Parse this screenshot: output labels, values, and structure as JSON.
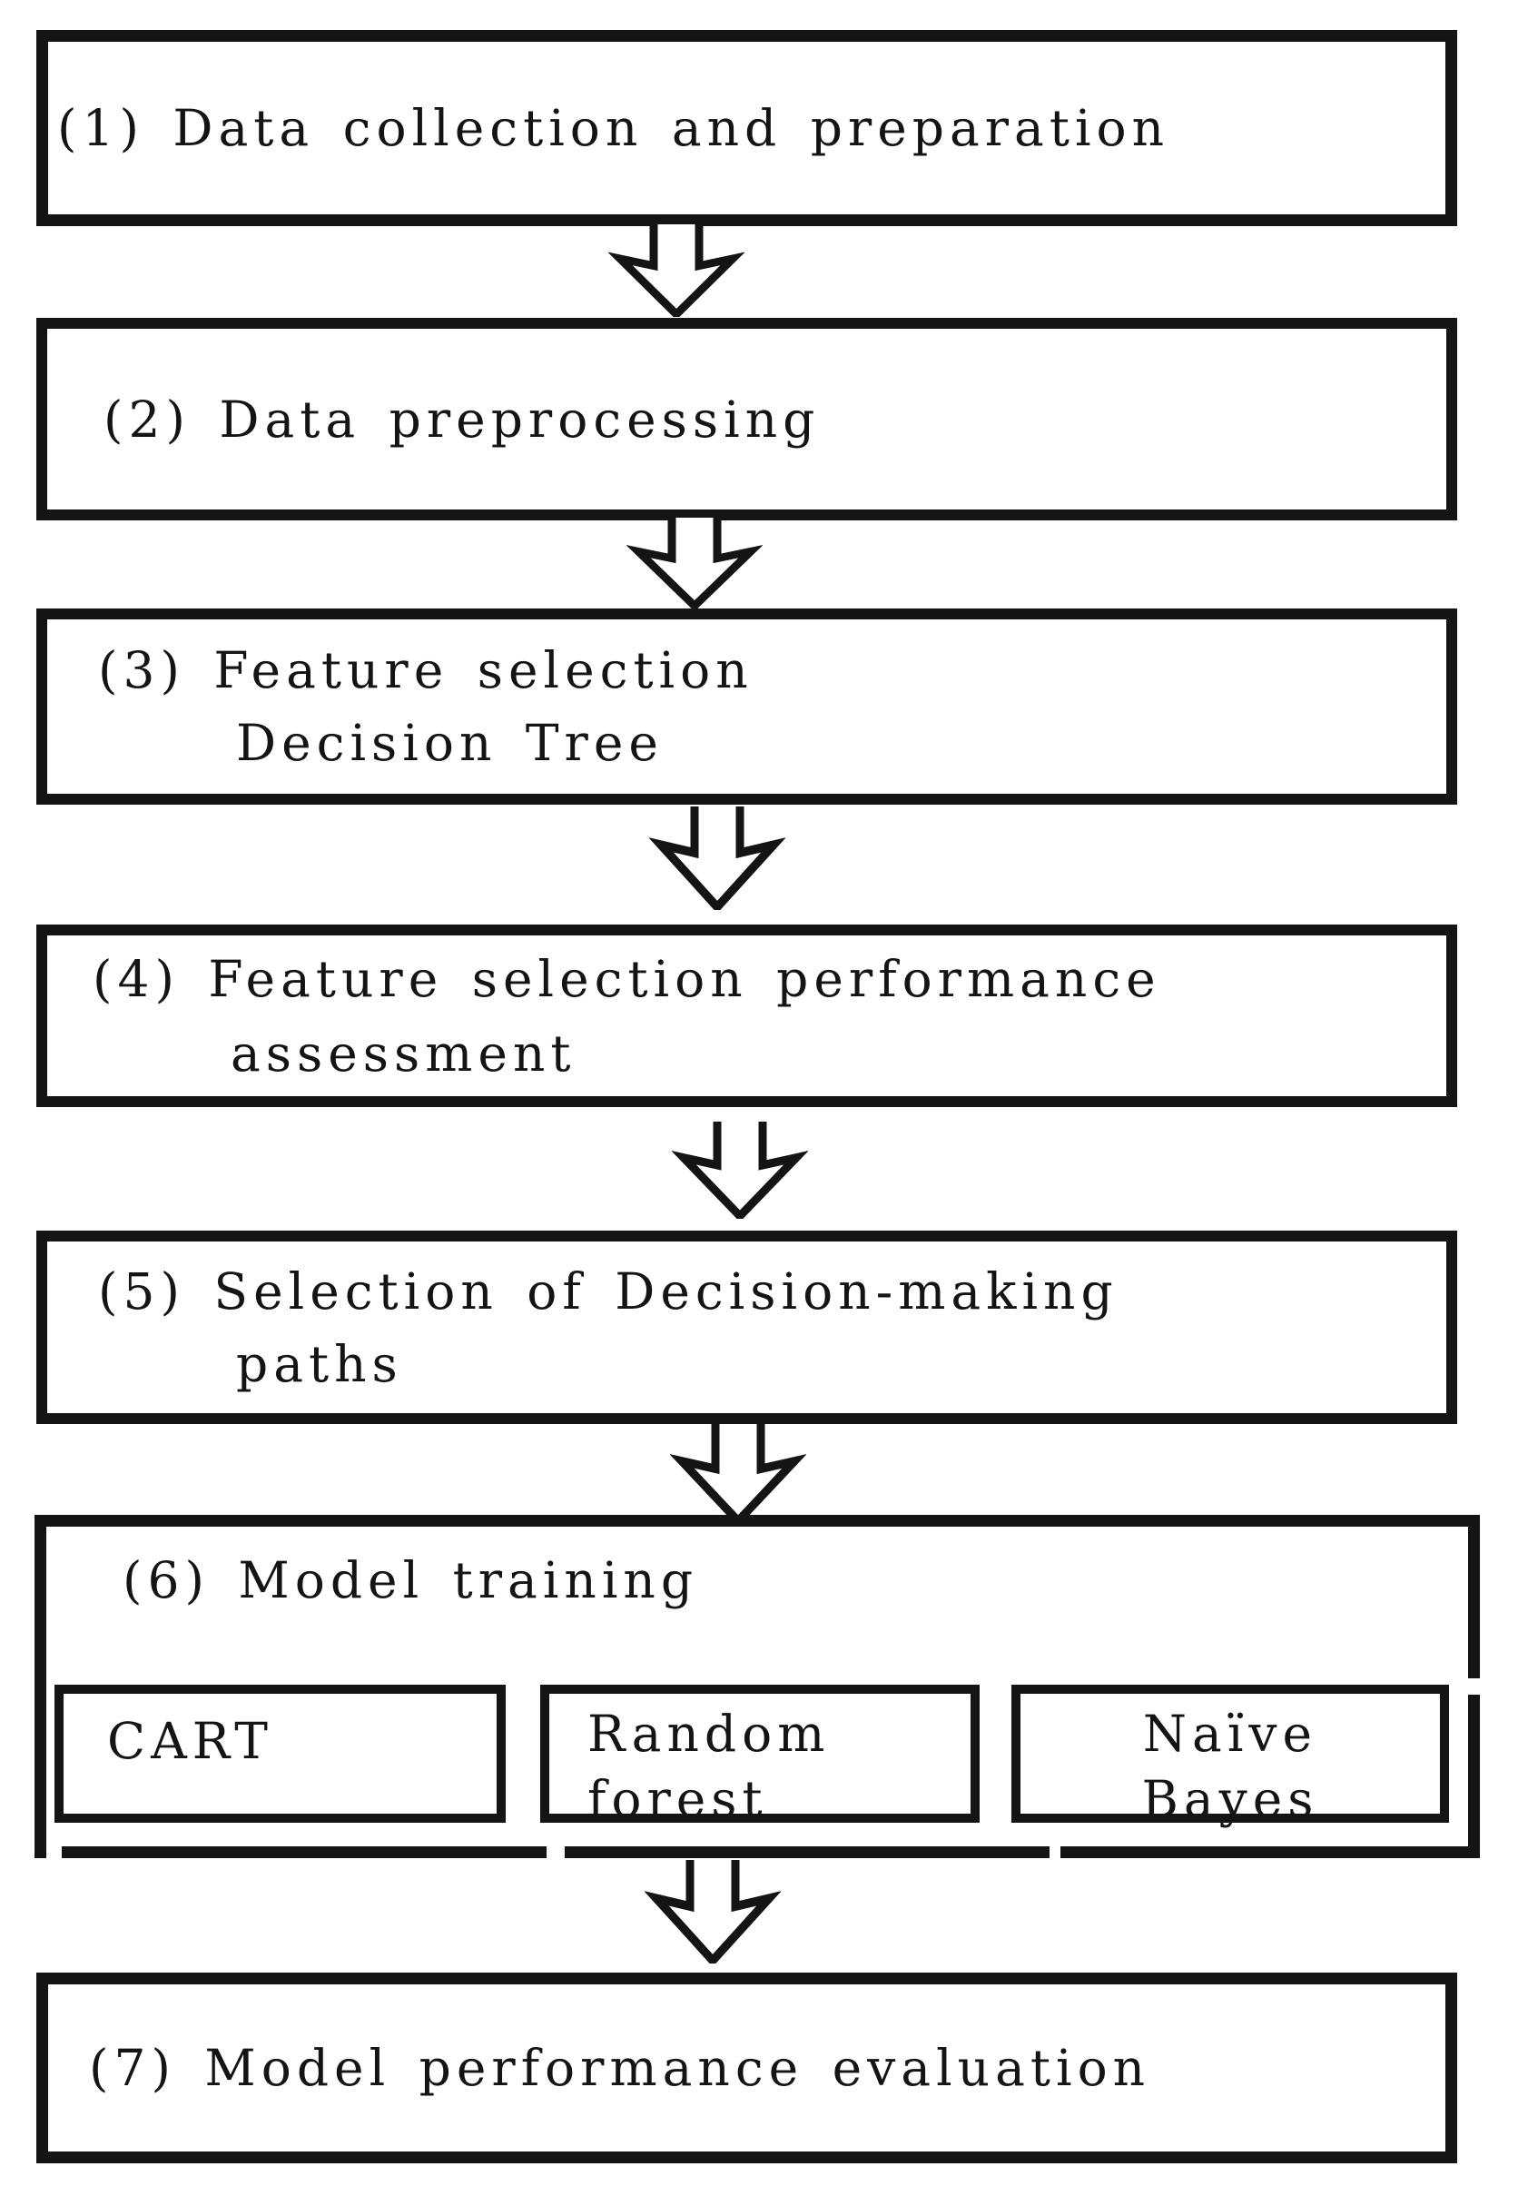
{
  "colors": {
    "ink": "#141414",
    "paper": "#ffffff"
  },
  "flowchart": {
    "steps": [
      {
        "key": "step1",
        "lines": [
          "(1) Data collection and preparation"
        ]
      },
      {
        "key": "step2",
        "lines": [
          "(2) Data preprocessing"
        ]
      },
      {
        "key": "step3",
        "lines": [
          "(3) Feature selection",
          "Decision Tree"
        ]
      },
      {
        "key": "step4",
        "lines": [
          "(4) Feature selection performance",
          "assessment"
        ]
      },
      {
        "key": "step5",
        "lines": [
          "(5) Selection of Decision-making",
          "paths"
        ]
      },
      {
        "key": "step6",
        "title": "(6) Model training",
        "models": [
          {
            "lines": [
              "CART"
            ]
          },
          {
            "lines": [
              "Random",
              "forest"
            ]
          },
          {
            "lines": [
              "Naïve",
              "Bayes"
            ]
          }
        ]
      },
      {
        "key": "step7",
        "lines": [
          "(7) Model performance evaluation"
        ]
      }
    ],
    "connector_icon": "hollow-down-arrow",
    "connector_count": 6
  }
}
